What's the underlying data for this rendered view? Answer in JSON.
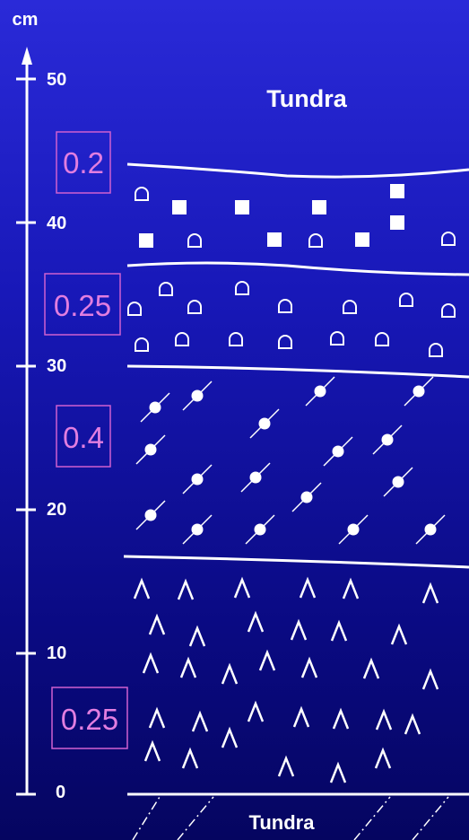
{
  "axis": {
    "unit": "cm",
    "ticks": [
      "50",
      "40",
      "30",
      "20",
      "10",
      "0"
    ]
  },
  "top_title": "Tundra",
  "bottom_title": "Tundra",
  "layer_values": [
    "0.2",
    "0.25",
    "0.4",
    "0.25"
  ],
  "colors": {
    "text": "#ffffff",
    "box_border": "#d060d0",
    "box_text": "#e27ee0"
  }
}
